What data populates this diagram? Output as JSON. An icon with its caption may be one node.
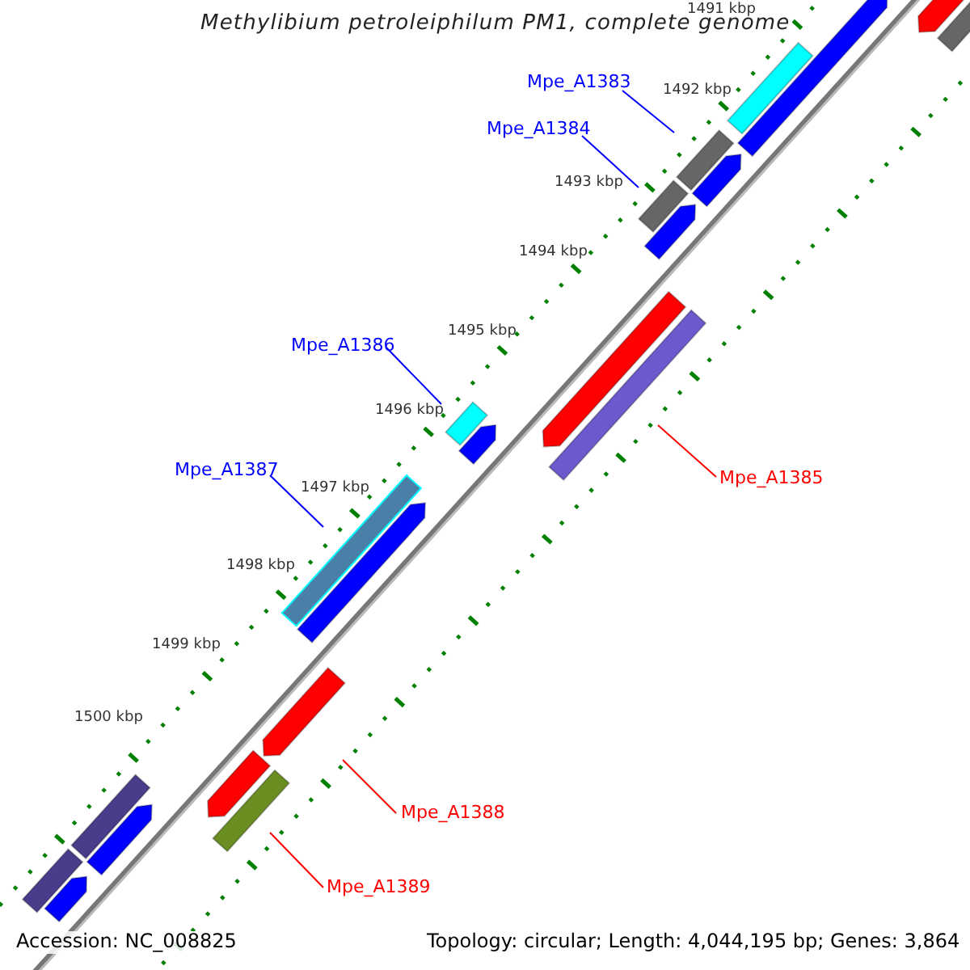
{
  "diagram": {
    "title": "Methylibium petroleiphilum PM1, complete genome",
    "nodes": [
      {
        "text": [
          "Mpe_A1383"
        ]
      },
      {
        "text": [],
        "shape": "bar"
      },
      {
        "text": [
          "Mpe_A1384"
        ]
      },
      {
        "text": [],
        "shape": "bar"
      },
      {
        "text": [
          "Mpe_A1386"
        ]
      },
      {
        "text": [],
        "shape": "bar"
      },
      {
        "text": [
          "Mpe_A1387"
        ]
      },
      {
        "text": [],
        "shape": "bar"
      },
      {
        "text": [
          "Mpe_A1385"
        ]
      },
      {
        "text": [],
        "shape": "bar"
      },
      {
        "text": [
          "Mpe_A1388"
        ]
      },
      {
        "text": [],
        "shape": "bar"
      },
      {
        "text": [
          "Mpe_A1389"
        ]
      },
      {
        "text": [],
        "shape": "bar"
      },
      {
        "text": [],
        "shape": "bar"
      },
      {
        "text": [],
        "shape": "bar"
      },
      {
        "text": [],
        "shape": "bar"
      },
      {
        "text": [],
        "shape": "bar"
      },
      {
        "text": [],
        "shape": "bar"
      },
      {
        "text": [],
        "shape": "bar"
      },
      {
        "text": [],
        "shape": "bar"
      },
      {
        "text": [],
        "shape": "bar"
      },
      {
        "text": [],
        "shape": "bar"
      },
      {
        "text": [],
        "shape": "bar"
      },
      {
        "text": [],
        "shape": "bar"
      },
      {
        "text": [],
        "shape": "bar"
      },
      {
        "text": [],
        "shape": "bar"
      },
      {
        "text": [],
        "shape": "bar"
      }
    ],
    "edges": [
      {
        "from": 0,
        "to": 1,
        "arrow": "none",
        "color": "#0000ff"
      },
      {
        "from": 2,
        "to": 3,
        "arrow": "none",
        "color": "#0000ff"
      },
      {
        "from": 4,
        "to": 5,
        "arrow": "none",
        "color": "#0000ff"
      },
      {
        "from": 6,
        "to": 7,
        "arrow": "none",
        "color": "#0000ff"
      },
      {
        "from": 8,
        "to": 9,
        "arrow": "none",
        "color": "#ff0000"
      },
      {
        "from": 10,
        "to": 11,
        "arrow": "none",
        "color": "#ff0000"
      },
      {
        "from": 12,
        "to": 13,
        "arrow": "none",
        "color": "#ff0000"
      }
    ],
    "labels": [
      "1491 kbp",
      "1492 kbp",
      "1493 kbp",
      "1494 kbp",
      "1495 kbp",
      "1496 kbp",
      "1497 kbp",
      "1498 kbp",
      "1499 kbp",
      "1500 kbp",
      "Accession: NC_008825",
      "Topology: circular; Length: 4,044,195 bp; Genes: 3,864"
    ]
  }
}
